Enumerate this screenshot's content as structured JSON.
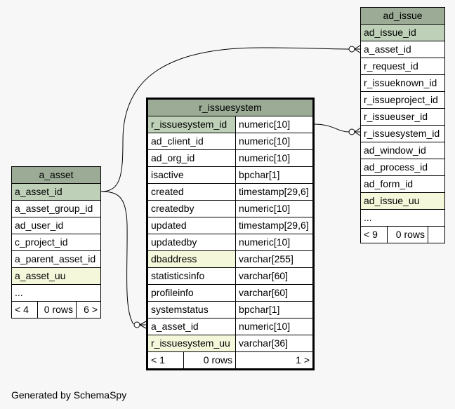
{
  "tables": {
    "a_asset": {
      "name": "a_asset",
      "columns": [
        {
          "name": "a_asset_id",
          "kind": "pk"
        },
        {
          "name": "a_asset_group_id",
          "kind": ""
        },
        {
          "name": "ad_user_id",
          "kind": ""
        },
        {
          "name": "c_project_id",
          "kind": ""
        },
        {
          "name": "a_parent_asset_id",
          "kind": ""
        },
        {
          "name": "a_asset_uu",
          "kind": "uu"
        },
        {
          "name": "...",
          "kind": ""
        }
      ],
      "footer": {
        "left": "< 4",
        "mid": "0 rows",
        "right": "6 >"
      }
    },
    "r_issuesystem": {
      "name": "r_issuesystem",
      "columns": [
        {
          "name": "r_issuesystem_id",
          "type": "numeric[10]",
          "kind": "pk"
        },
        {
          "name": "ad_client_id",
          "type": "numeric[10]",
          "kind": ""
        },
        {
          "name": "ad_org_id",
          "type": "numeric[10]",
          "kind": ""
        },
        {
          "name": "isactive",
          "type": "bpchar[1]",
          "kind": ""
        },
        {
          "name": "created",
          "type": "timestamp[29,6]",
          "kind": ""
        },
        {
          "name": "createdby",
          "type": "numeric[10]",
          "kind": ""
        },
        {
          "name": "updated",
          "type": "timestamp[29,6]",
          "kind": ""
        },
        {
          "name": "updatedby",
          "type": "numeric[10]",
          "kind": ""
        },
        {
          "name": "dbaddress",
          "type": "varchar[255]",
          "kind": "uu"
        },
        {
          "name": "statisticsinfo",
          "type": "varchar[60]",
          "kind": ""
        },
        {
          "name": "profileinfo",
          "type": "varchar[60]",
          "kind": ""
        },
        {
          "name": "systemstatus",
          "type": "bpchar[1]",
          "kind": ""
        },
        {
          "name": "a_asset_id",
          "type": "numeric[10]",
          "kind": ""
        },
        {
          "name": "r_issuesystem_uu",
          "type": "varchar[36]",
          "kind": "uu"
        }
      ],
      "footer": {
        "left": "< 1",
        "mid": "0 rows",
        "right": "1 >"
      }
    },
    "ad_issue": {
      "name": "ad_issue",
      "columns": [
        {
          "name": "ad_issue_id",
          "kind": "pk"
        },
        {
          "name": "a_asset_id",
          "kind": ""
        },
        {
          "name": "r_request_id",
          "kind": ""
        },
        {
          "name": "r_issueknown_id",
          "kind": ""
        },
        {
          "name": "r_issueproject_id",
          "kind": ""
        },
        {
          "name": "r_issueuser_id",
          "kind": ""
        },
        {
          "name": "r_issuesystem_id",
          "kind": ""
        },
        {
          "name": "ad_window_id",
          "kind": ""
        },
        {
          "name": "ad_process_id",
          "kind": ""
        },
        {
          "name": "ad_form_id",
          "kind": ""
        },
        {
          "name": "ad_issue_uu",
          "kind": "uu"
        },
        {
          "name": "...",
          "kind": ""
        }
      ],
      "footer": {
        "left": "< 9",
        "mid": "0 rows",
        "right": ""
      }
    }
  },
  "colors": {
    "header": "#9bab96",
    "pk": "#bed1b8",
    "uu": "#f4f7da",
    "line": "#000000"
  },
  "generated_by": "Generated by SchemaSpy"
}
